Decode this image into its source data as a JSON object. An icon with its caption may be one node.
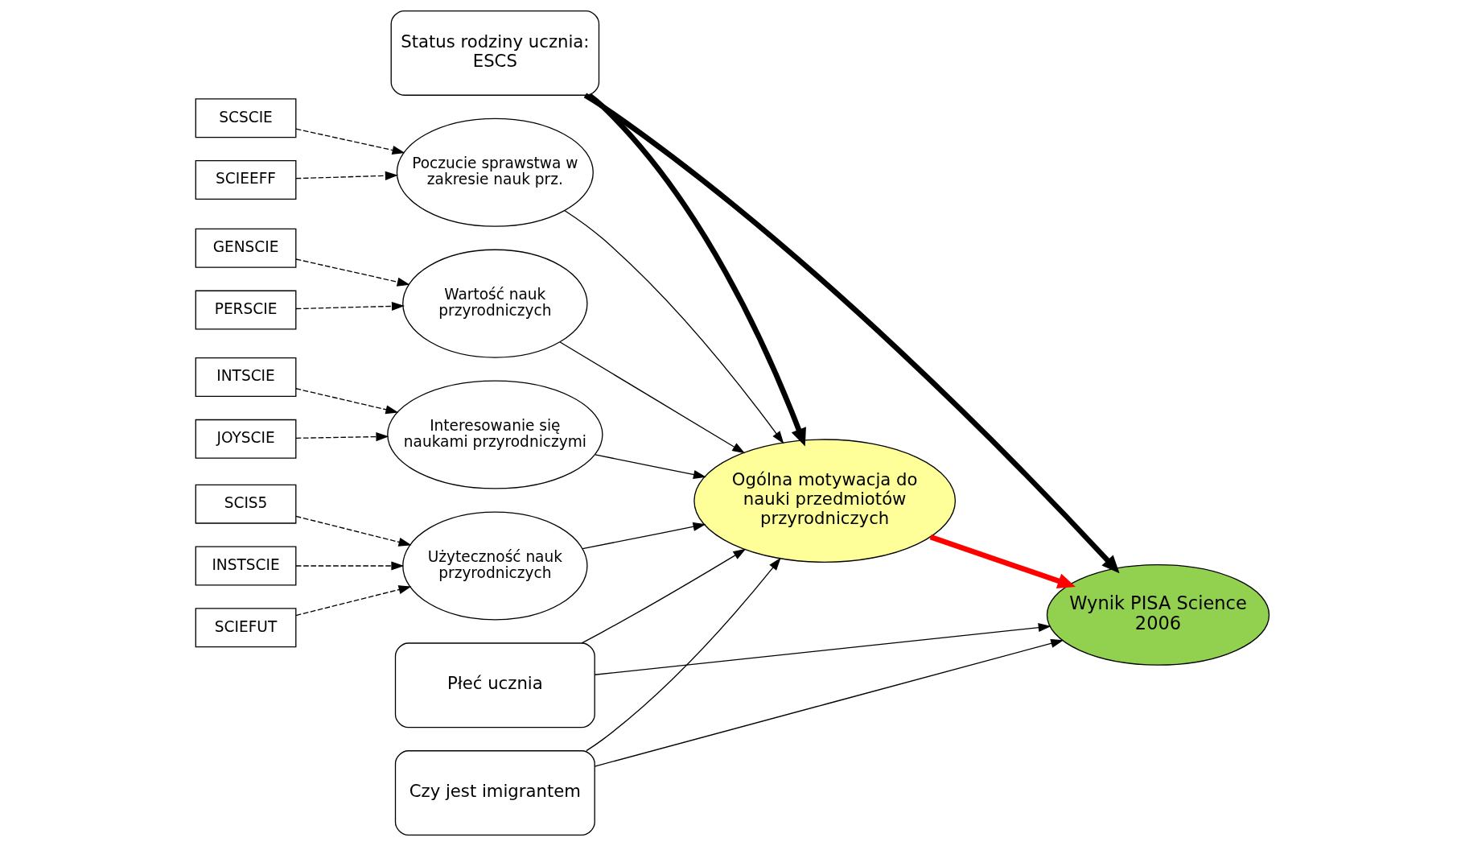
{
  "diagram": {
    "nodes": [
      {
        "text": [
          "Status rodziny ucznia: ESCS"
        ]
      },
      {
        "text": [
          "Płeć ucznia"
        ]
      },
      {
        "text": [
          "Czy jest imigrantem"
        ]
      },
      {
        "text": [
          "GENSCIE"
        ]
      },
      {
        "text": [
          "PERSCIE"
        ]
      },
      {
        "text": [
          "Wartość nauk przyrodniczych"
        ]
      },
      {
        "text": [
          "INTSCIE"
        ]
      },
      {
        "text": [
          "JOYSCIE"
        ]
      },
      {
        "text": [
          "Interesowanie się naukami przyrodniczymi"
        ]
      },
      {
        "text": [
          "SCIS5"
        ]
      },
      {
        "text": [
          "INSTSCIE"
        ]
      },
      {
        "text": [
          "SCIEFUT"
        ]
      },
      {
        "text": [
          "Użyteczność nauk przyrodniczych"
        ]
      },
      {
        "text": [
          "SCIEEFF"
        ]
      },
      {
        "text": [
          "SCSCIE"
        ]
      },
      {
        "text": [
          "Poczucie sprawstwa w zakresie nauk prz."
        ]
      },
      {
        "text": [
          "Ogólna motywacja do nauki przedmiotów przyrodniczych"
        ]
      },
      {
        "text": [
          "Wynik PISA Science 2006"
        ]
      }
    ],
    "edges": [
      {
        "from": 3,
        "to": 5,
        "arrow": "to",
        "style": "dashed"
      },
      {
        "from": 4,
        "to": 5,
        "arrow": "to",
        "style": "dashed"
      },
      {
        "from": 6,
        "to": 8,
        "arrow": "to",
        "style": "dashed"
      },
      {
        "from": 7,
        "to": 8,
        "arrow": "to",
        "style": "dashed"
      },
      {
        "from": 9,
        "to": 12,
        "arrow": "to",
        "style": "dashed"
      },
      {
        "from": 10,
        "to": 12,
        "arrow": "to",
        "style": "dashed"
      },
      {
        "from": 11,
        "to": 12,
        "arrow": "to",
        "style": "dashed"
      },
      {
        "from": 13,
        "to": 15,
        "arrow": "to",
        "style": "dashed"
      },
      {
        "from": 14,
        "to": 15,
        "arrow": "to",
        "style": "dashed"
      },
      {
        "from": 5,
        "to": 16,
        "arrow": "to"
      },
      {
        "from": 8,
        "to": 16,
        "arrow": "to"
      },
      {
        "from": 12,
        "to": 16,
        "arrow": "to"
      },
      {
        "from": 15,
        "to": 16,
        "arrow": "to"
      },
      {
        "from": 0,
        "to": 16,
        "arrow": "to",
        "style": "thick"
      },
      {
        "from": 0,
        "to": 17,
        "arrow": "to",
        "style": "thick"
      },
      {
        "from": 1,
        "to": 16,
        "arrow": "to"
      },
      {
        "from": 1,
        "to": 17,
        "arrow": "to"
      },
      {
        "from": 2,
        "to": 16,
        "arrow": "to"
      },
      {
        "from": 2,
        "to": 17,
        "arrow": "to"
      },
      {
        "from": 16,
        "to": 17,
        "arrow": "to",
        "style": "thick",
        "color": "#ff0000"
      }
    ]
  }
}
